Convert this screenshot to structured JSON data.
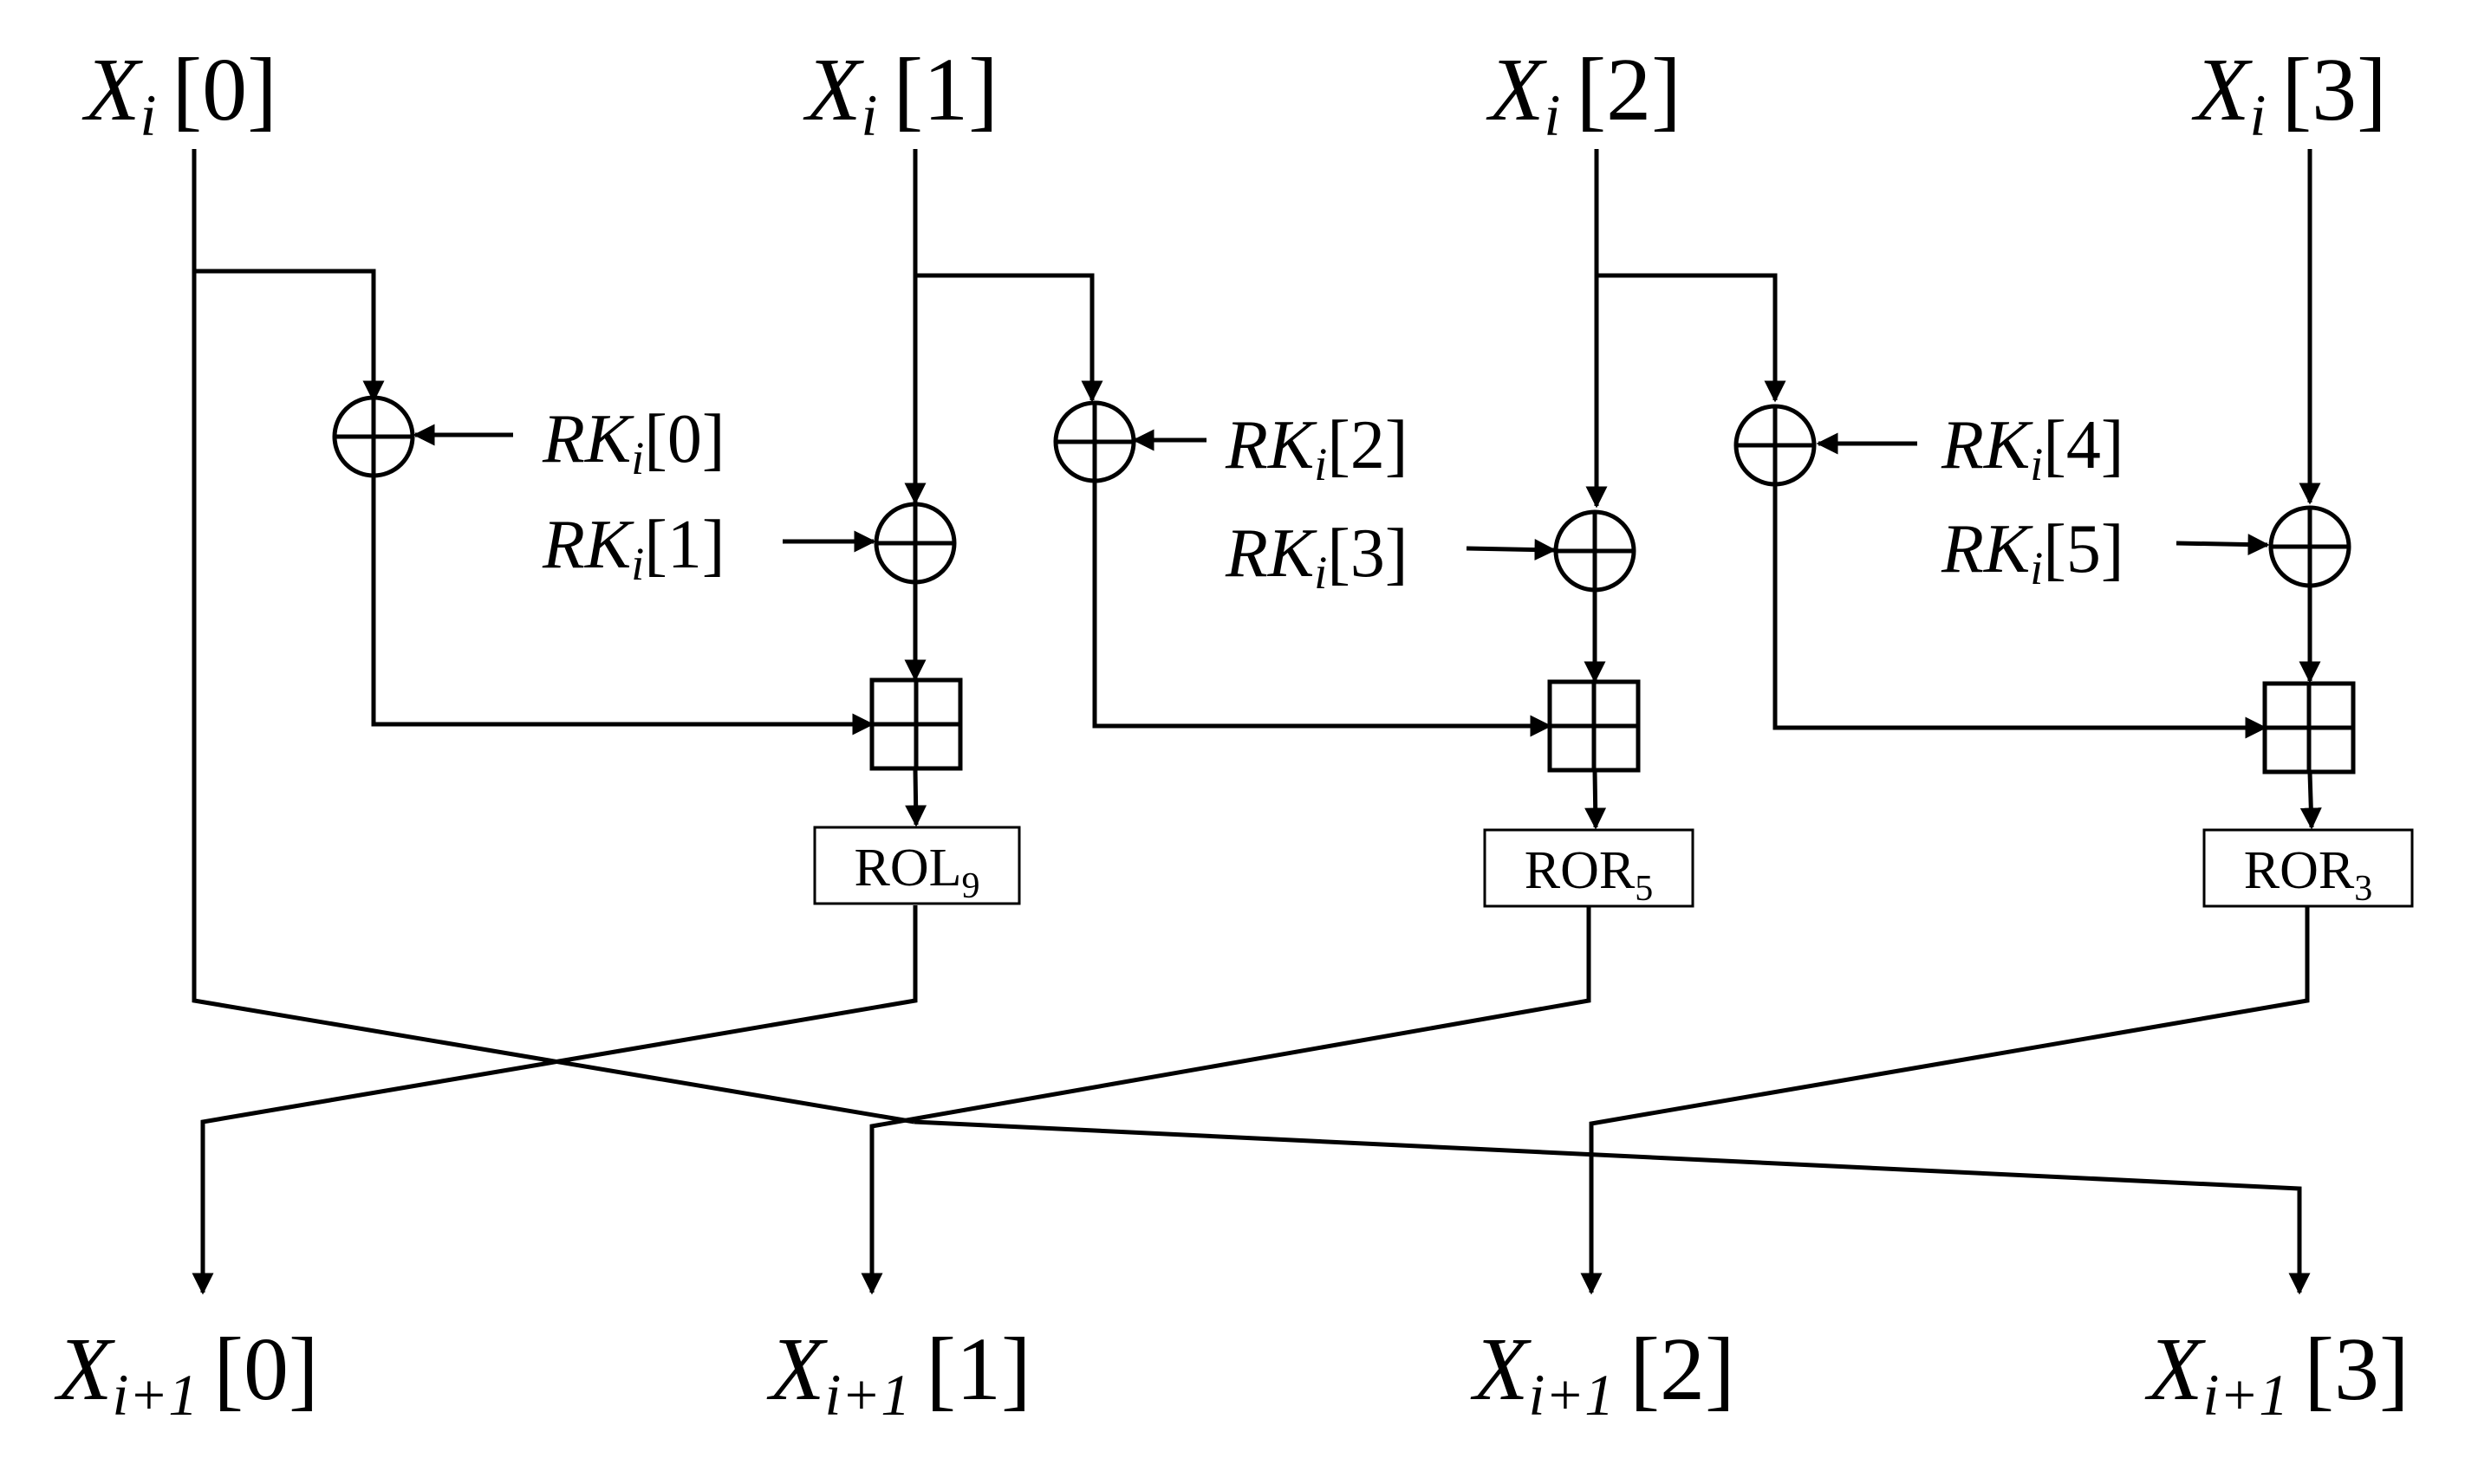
{
  "inputs": [
    {
      "base": "X",
      "sub": "i",
      "index": "[0]"
    },
    {
      "base": "X",
      "sub": "i",
      "index": "[1]"
    },
    {
      "base": "X",
      "sub": "i",
      "index": "[2]"
    },
    {
      "base": "X",
      "sub": "i",
      "index": "[3]"
    }
  ],
  "outputs": [
    {
      "base": "X",
      "sub": "i+1",
      "index": "[0]"
    },
    {
      "base": "X",
      "sub": "i+1",
      "index": "[1]"
    },
    {
      "base": "X",
      "sub": "i+1",
      "index": "[2]"
    },
    {
      "base": "X",
      "sub": "i+1",
      "index": "[3]"
    }
  ],
  "round_keys": [
    {
      "base": "RK",
      "sub": "i",
      "index": "[0]"
    },
    {
      "base": "RK",
      "sub": "i",
      "index": "[1]"
    },
    {
      "base": "RK",
      "sub": "i",
      "index": "[2]"
    },
    {
      "base": "RK",
      "sub": "i",
      "index": "[3]"
    },
    {
      "base": "RK",
      "sub": "i",
      "index": "[4]"
    },
    {
      "base": "RK",
      "sub": "i",
      "index": "[5]"
    }
  ],
  "rotations": [
    {
      "op": "ROL",
      "amount": "9"
    },
    {
      "op": "ROR",
      "amount": "5"
    },
    {
      "op": "ROR",
      "amount": "3"
    }
  ],
  "symbols": {
    "xor": "xor-symbol",
    "modular_add": "modular-addition-symbol"
  }
}
